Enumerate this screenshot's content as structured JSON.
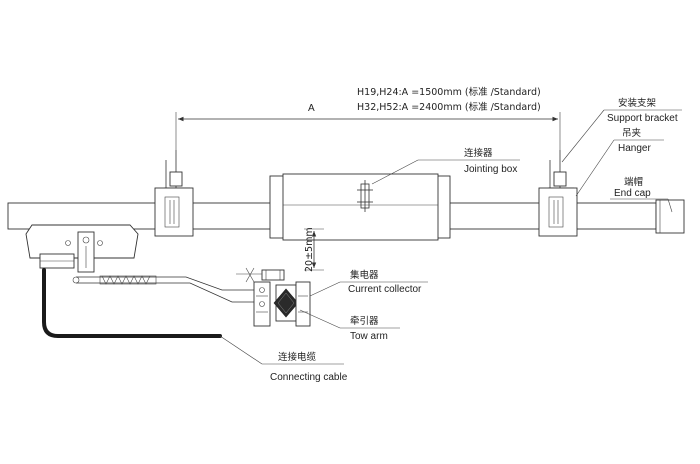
{
  "dimension": {
    "spacing_label": "A",
    "spec_line_1": "H19,H24:A =1500mm (标准 /Standard)",
    "spec_line_2": "H32,H52:A =2400mm (标准 /Standard)",
    "height_label": "20±5mm"
  },
  "labels": {
    "support_bracket_cn": "安装支架",
    "support_bracket_en": "Support bracket",
    "hanger_cn": "吊夹",
    "hanger_en": "Hanger",
    "end_cap_cn": "端帽",
    "end_cap_en": "End cap",
    "jointing_box_cn": "连接器",
    "jointing_box_en": "Jointing box",
    "current_collector_cn": "集电器",
    "current_collector_en": "Current collector",
    "tow_arm_cn": "牵引器",
    "tow_arm_en": "Tow arm",
    "connecting_cable_cn": "连接电缆",
    "connecting_cable_en": "Connecting cable"
  },
  "colors": {
    "line": "#333333",
    "cable": "#1a1a1a",
    "background": "#ffffff"
  }
}
